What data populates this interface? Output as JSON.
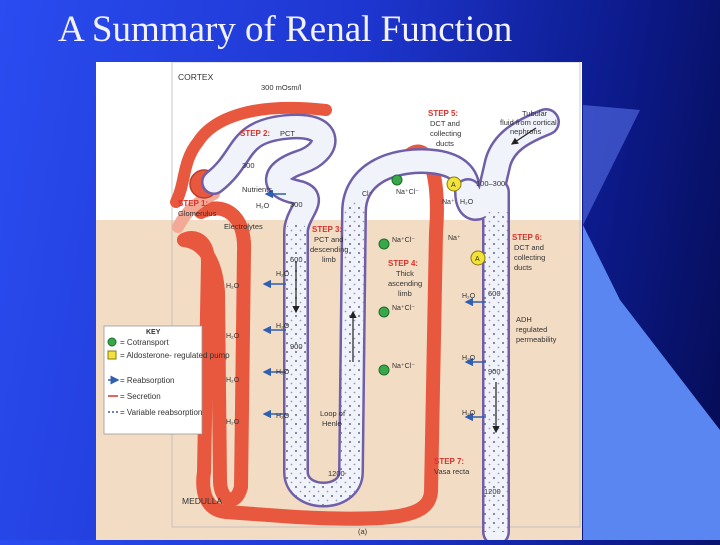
{
  "slide": {
    "title": "A Summary of Renal Function"
  },
  "diagram": {
    "regions": {
      "cortex": "CORTEX",
      "medulla": "MEDULLA"
    },
    "steps": [
      {
        "id": "step1",
        "title": "STEP 1:",
        "lines": [
          "Glomerulus"
        ]
      },
      {
        "id": "step2",
        "title": "STEP 2:",
        "lines": [
          "PCT"
        ]
      },
      {
        "id": "step3",
        "title": "STEP 3:",
        "lines": [
          "PCT and",
          "descending",
          "limb"
        ]
      },
      {
        "id": "step4",
        "title": "STEP 4:",
        "lines": [
          "Thick",
          "ascending",
          "limb"
        ]
      },
      {
        "id": "step5",
        "title": "STEP 5:",
        "lines": [
          "DCT and",
          "collecting",
          "ducts"
        ]
      },
      {
        "id": "step6",
        "title": "STEP 6:",
        "lines": [
          "DCT and",
          "collecting",
          "ducts"
        ]
      },
      {
        "id": "step7",
        "title": "STEP 7:",
        "lines": [
          "Vasa recta"
        ]
      }
    ],
    "labels": {
      "nutrients": "Nutrients",
      "electrolytes": "Electrolytes",
      "tubular_fluid": [
        "Tubular",
        "fluid from cortical",
        "nephrons"
      ],
      "loop_of_henle": [
        "Loop of",
        "Henle"
      ],
      "adh": [
        "ADH",
        "regulated",
        "permeability"
      ],
      "caption": "(a)"
    },
    "osmolarity": {
      "o300_top": "300 mOsm/l",
      "o300_pct": "300",
      "o300_desc": "300",
      "o600_desc": "600",
      "o900_desc": "900",
      "o1200_loop": "1200",
      "o100_300": "100–300",
      "o600_cd": "600",
      "o900_cd": "900",
      "o1200_cd": "1200"
    },
    "ions": {
      "h2o": "H₂O",
      "nacl": "Na⁺Cl⁻",
      "na": "Na⁺",
      "cl": "Cl⁻"
    },
    "key": {
      "title": "KEY",
      "items": [
        {
          "symbol": "cotransport",
          "label": "= Cotransport"
        },
        {
          "symbol": "pump",
          "label": "= Aldosterone- regulated pump"
        },
        {
          "symbol": "reabsorption",
          "label": "= Reabsorption"
        },
        {
          "symbol": "secretion",
          "label": "= Secretion"
        },
        {
          "symbol": "variable",
          "label": "= Variable reabsorption"
        }
      ],
      "pump_letter": "A"
    },
    "colors": {
      "cortex_bg": "#ffffff",
      "medulla_bg": "#f3dcc4",
      "vessel": "#e8583f",
      "vessel_light": "#f4a896",
      "tubule_fill": "#f1f3fb",
      "tubule_edge": "#6f5fa8",
      "step_label": "#d8322a",
      "cotransport": "#39a84a",
      "pump": "#f2e23a",
      "reabsorption_arrow": "#2f5fb0",
      "secretion_arrow": "#d8322a"
    }
  }
}
